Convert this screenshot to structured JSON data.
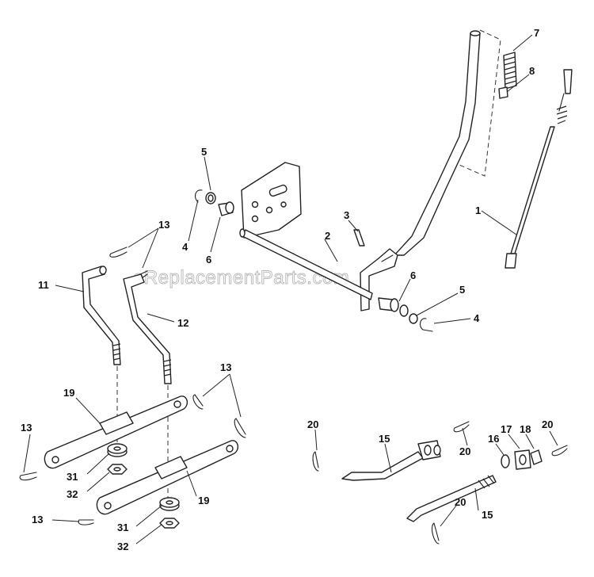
{
  "watermark": "eReplacementParts.com",
  "callouts": {
    "c1": "1",
    "c2": "2",
    "c3": "3",
    "c4a": "4",
    "c4b": "4",
    "c5a": "5",
    "c5b": "5",
    "c6a": "6",
    "c6b": "6",
    "c7": "7",
    "c8": "8",
    "c11": "11",
    "c12": "12",
    "c13a": "13",
    "c13b": "13",
    "c13c": "13",
    "c13d": "13",
    "c15a": "15",
    "c15b": "15",
    "c16": "16",
    "c17": "17",
    "c18": "18",
    "c19a": "19",
    "c19b": "19",
    "c20a": "20",
    "c20b": "20",
    "c20c": "20",
    "c20d": "20",
    "c31a": "31",
    "c31b": "31",
    "c32a": "32",
    "c32b": "32"
  }
}
